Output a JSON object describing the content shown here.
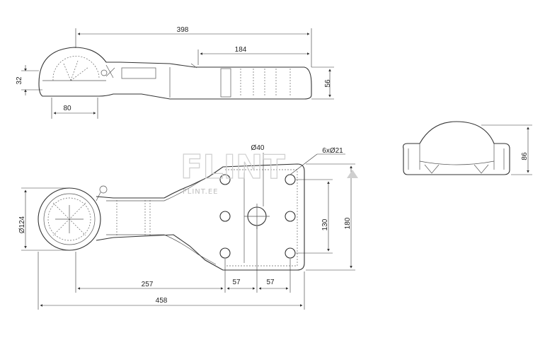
{
  "watermark": {
    "logo_text": "FLINT",
    "sub_text": "FLINT.EE"
  },
  "top_view": {
    "dims": {
      "overall_length": "398",
      "plate_length": "184",
      "height_left": "32",
      "height_right": "56",
      "ball_width": "80"
    }
  },
  "plan_view": {
    "dims": {
      "hole_diameter": "Ø40",
      "bolt_holes": "6xØ21",
      "ball_diameter": "Ø124",
      "hole_spacing_v": "130",
      "plate_height": "180",
      "ball_to_holes": "257",
      "hole_pitch_1": "57",
      "hole_pitch_2": "57",
      "total_length": "458"
    }
  },
  "side_view": {
    "dims": {
      "height": "86"
    }
  }
}
